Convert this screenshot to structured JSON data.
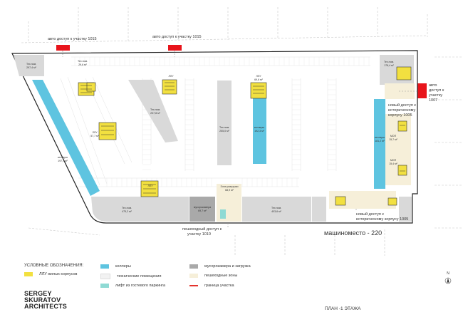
{
  "labels": {
    "auto_access_1015_a": "авто доступ к участку 1015",
    "auto_access_1015_b": "авто доступ к участку 1015",
    "auto_access_1007": [
      "авто",
      "доступ к",
      "участку",
      "1007"
    ],
    "new_access_top": [
      "новый доступ к",
      "историческому",
      "корпусу 1005"
    ],
    "new_access_bottom": [
      "новый доступ к",
      "историческому корпусу 1005"
    ],
    "pedestrian_access": [
      "пешеходный доступ к",
      "участку 1010"
    ],
    "parking_count": "машиноместо - 220",
    "sheet_title": "ПЛАН -1 ЭТАЖА",
    "north": "N"
  },
  "rooms": {
    "tech_1": [
      "Тех.пом.",
      "297,4 м²"
    ],
    "tech_2": [
      "Тех.пом.",
      "29,6 м²"
    ],
    "tech_3": [
      "Тех.пом.",
      "237,8 м²"
    ],
    "tech_4": [
      "Тех.пом.",
      "255,0 м²"
    ],
    "tech_5": [
      "Тех.пом.",
      "178,4 м²"
    ],
    "tech_6": [
      "Тех.пом.",
      "475,2 м²"
    ],
    "tech_7": [
      "Тех.пом.",
      "403,6 м²"
    ],
    "cellar_1": [
      "келлеры",
      "197,7 м²"
    ],
    "cellar_2": [
      "келлеры",
      "192,3 м²"
    ],
    "cellar_3": [
      "келлеры",
      "181,2 м²"
    ],
    "llu_1": [
      "ЛЛУ",
      "69,6 м²"
    ],
    "llu_2": [
      "ЛЛУ",
      "57,7 м²"
    ],
    "mop_1": [
      "МОП",
      "15,7 м²"
    ],
    "mop_2": [
      "МОП",
      "15,4 м²"
    ],
    "garbage": [
      "мусорокамера",
      "69,7 м²"
    ],
    "buffer_zone": [
      "Зона разгрузки",
      "68,9 м²"
    ],
    "small_1": "ЛЛУ",
    "small_2": "ЛЛУ"
  },
  "legend": {
    "title": "УСЛОВНЫЕ ОБОЗНАЧЕНИЯ:",
    "items": [
      {
        "label": "ЛЛУ жилых корпусов",
        "color": "#f2e040"
      },
      {
        "label": "келлеры",
        "color": "#5ec4e0"
      },
      {
        "label": "мусорокамера и загрузка",
        "color": "#a9a9a9"
      },
      {
        "label": "технические помещения",
        "color": "#f2f2f2"
      },
      {
        "label": "пешеходные зоны",
        "color": "#f6efd9"
      },
      {
        "label": "лифт из гостевого паркинга",
        "color": "#8fdad4"
      },
      {
        "label": "граница участка",
        "color": "#e4332d"
      }
    ]
  },
  "logo": [
    "SERGEY",
    "SKURATOV",
    "ARCHITECTS"
  ],
  "colors": {
    "yellow": "#f2e040",
    "cyan": "#5ec4e0",
    "grey": "#d9d9d9",
    "red": "#e8141b",
    "cream": "#f6efd9"
  }
}
